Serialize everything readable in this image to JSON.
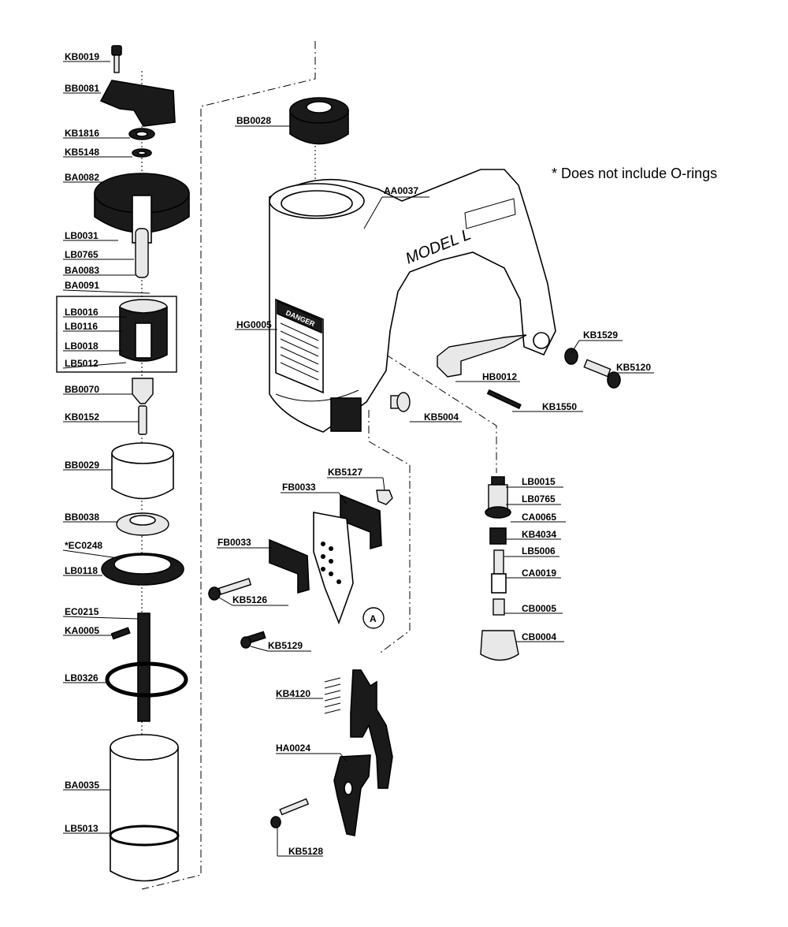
{
  "note": "* Does not include O-rings",
  "model_label": "MODEL L",
  "danger_label": "DANGER",
  "callout_a": "A",
  "left_column_parts": [
    "KB0019",
    "BB0081",
    "KB1816",
    "KB5148",
    "BA0082",
    "LB0031",
    "LB0765",
    "BA0083",
    "BA0091",
    "LB0016",
    "LB0116",
    "LB0018",
    "LB5012",
    "BB0070",
    "KB0152",
    "BB0029",
    "BB0038",
    "*EC0248",
    "LB0118",
    "EC0215",
    "KA0005",
    "LB0326",
    "BA0035",
    "LB5013"
  ],
  "body_parts": [
    "BB0028",
    "AA0037",
    "HG0005",
    "KB1529",
    "KB5120",
    "HB0012",
    "KB1550",
    "KB5004"
  ],
  "valve_parts": [
    "LB0015",
    "LB0765",
    "CA0065",
    "KB4034",
    "LB5006",
    "CA0019",
    "CB0005",
    "CB0004"
  ],
  "jaw_parts": [
    "KB5127",
    "FB0033",
    "FB0033",
    "KB5126",
    "KB5129"
  ],
  "trigger_parts": [
    "KB4120",
    "HA0024",
    "KB5128"
  ]
}
